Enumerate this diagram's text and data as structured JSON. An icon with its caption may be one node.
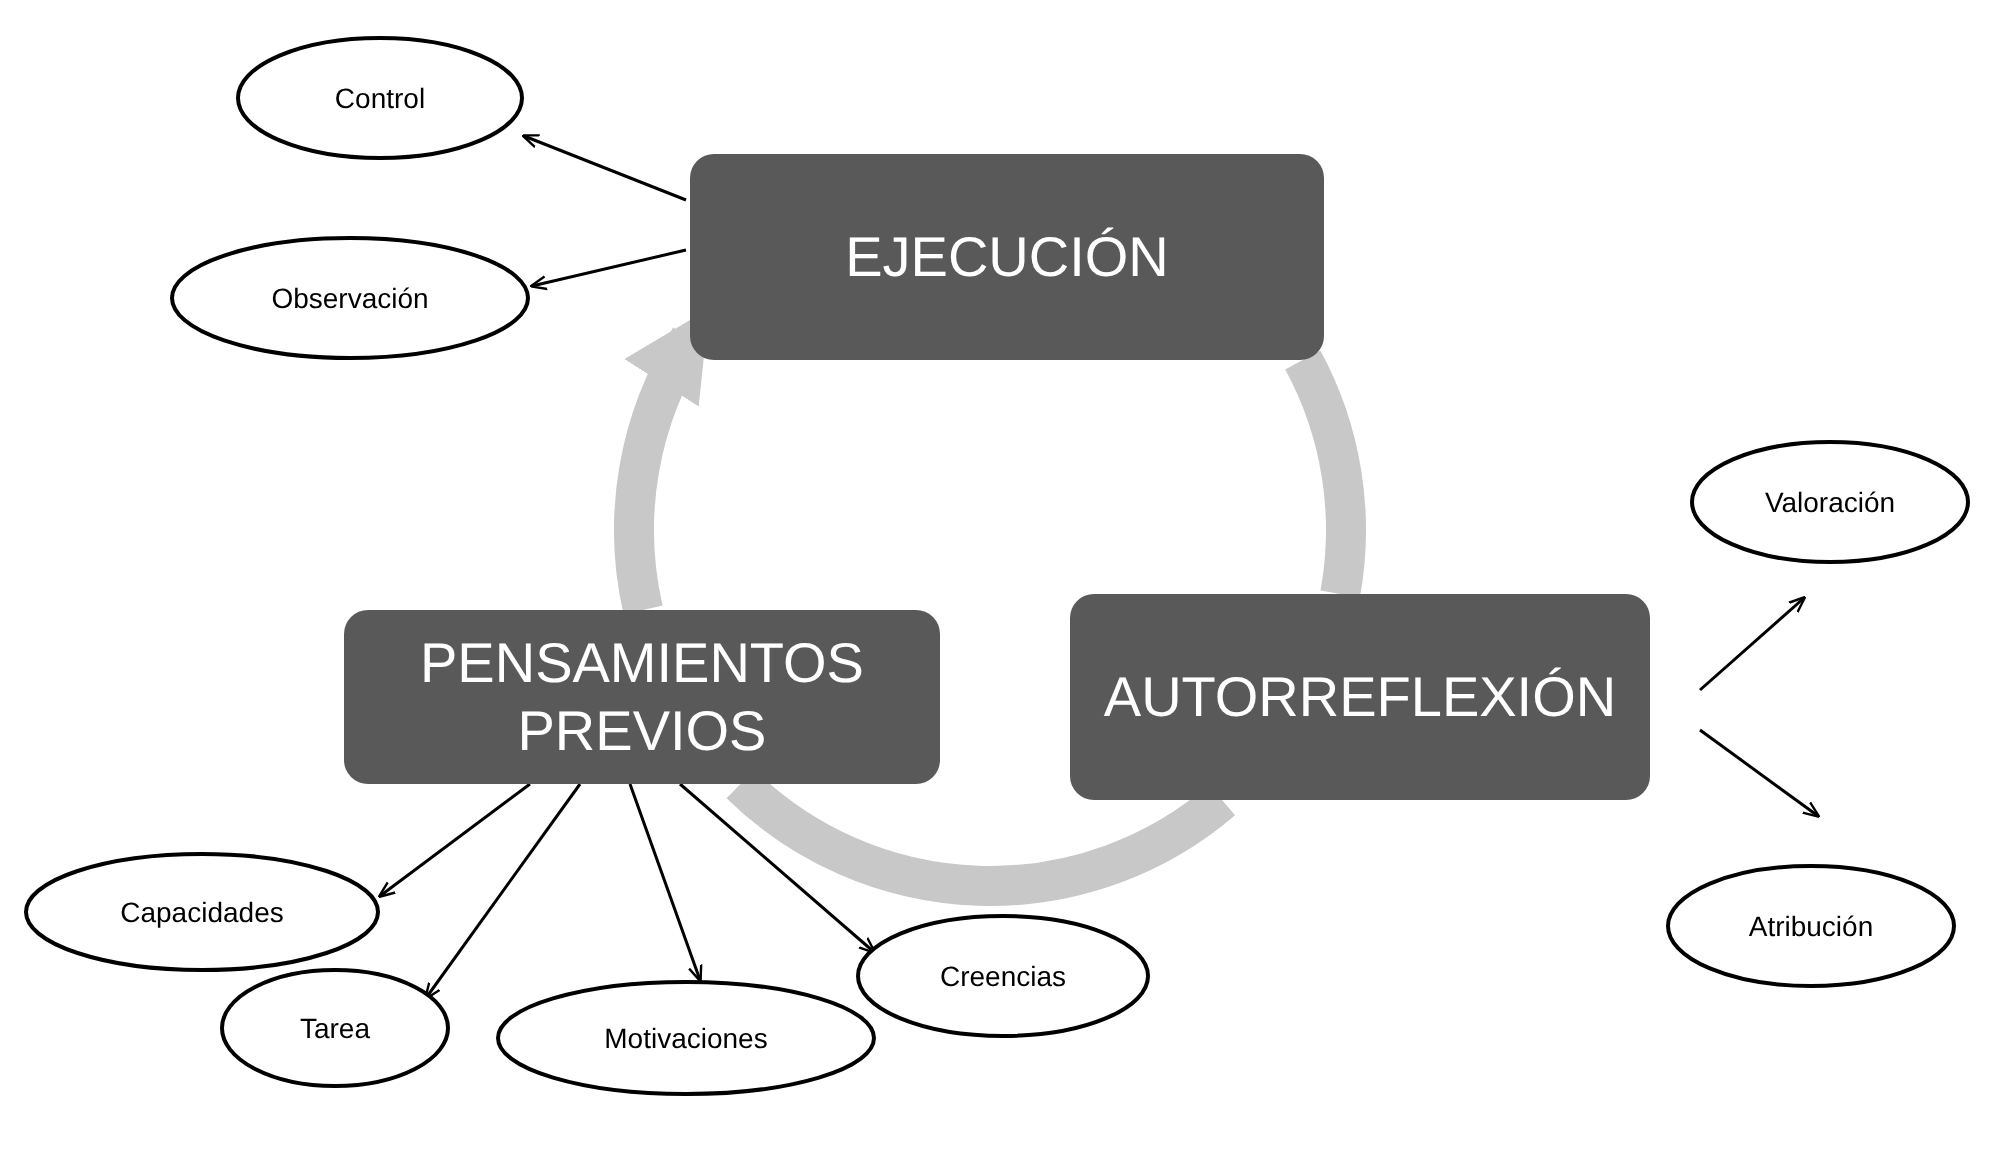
{
  "diagram": {
    "nodes": [
      {
        "text": [
          "EJECUCIÓN"
        ]
      },
      {
        "text": [
          "PENSAMIENTOS PREVIOS"
        ]
      },
      {
        "text": [
          "AUTORREFLEXIÓN"
        ]
      },
      {
        "text": [
          "Control"
        ]
      },
      {
        "text": [
          "Observación"
        ]
      },
      {
        "text": [
          "Valoración"
        ]
      },
      {
        "text": [
          "Atribución"
        ]
      },
      {
        "text": [
          "Capacidades"
        ]
      },
      {
        "text": [
          "Tarea"
        ]
      },
      {
        "text": [
          "Motivaciones"
        ]
      },
      {
        "text": [
          "Creencias"
        ]
      }
    ],
    "edges": [
      {
        "from": 1,
        "to": 0,
        "arrow": "to",
        "style": "thick",
        "color": "#c8c8c8"
      },
      {
        "from": 0,
        "to": 2,
        "arrow": "none",
        "style": "thick",
        "color": "#c8c8c8"
      },
      {
        "from": 2,
        "to": 1,
        "arrow": "none",
        "style": "thick",
        "color": "#c8c8c8"
      },
      {
        "from": 0,
        "to": 3,
        "arrow": "to"
      },
      {
        "from": 0,
        "to": 4,
        "arrow": "to"
      },
      {
        "from": 2,
        "to": 5,
        "arrow": "to"
      },
      {
        "from": 2,
        "to": 6,
        "arrow": "to"
      },
      {
        "from": 1,
        "to": 7,
        "arrow": "to"
      },
      {
        "from": 1,
        "to": 8,
        "arrow": "to"
      },
      {
        "from": 1,
        "to": 9,
        "arrow": "to"
      },
      {
        "from": 1,
        "to": 10,
        "arrow": "to"
      }
    ]
  }
}
